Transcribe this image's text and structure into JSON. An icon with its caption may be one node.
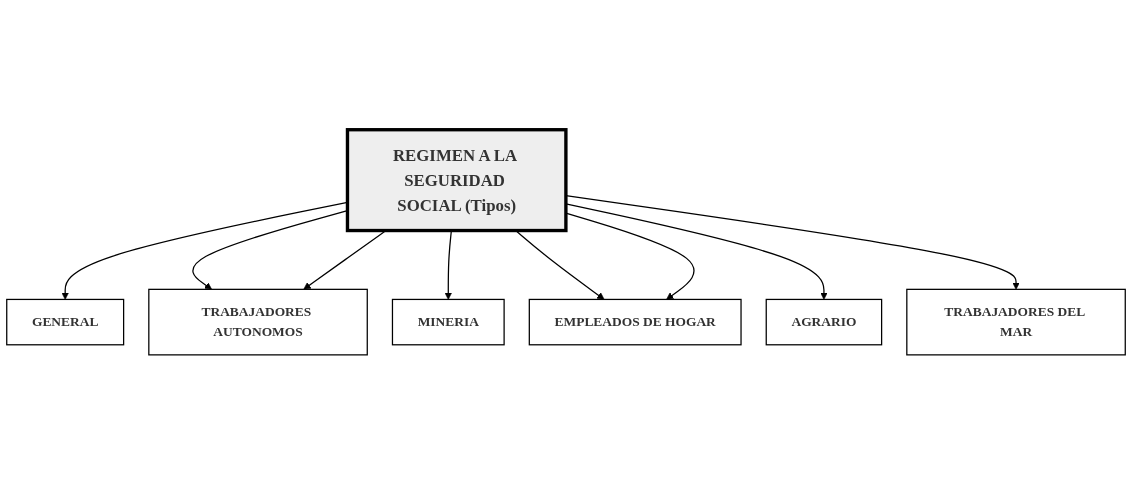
{
  "diagram": {
    "nodes": [
      {
        "text": [
          "REGIMEN A LA SEGURIDAD SOCIAL (Tipos)"
        ]
      },
      {
        "text": [
          "GENERAL"
        ]
      },
      {
        "text": [
          "TRABAJADORES AUTONOMOS"
        ]
      },
      {
        "text": [
          "AGRARIO"
        ]
      },
      {
        "text": [
          "MINERIA"
        ]
      },
      {
        "text": [
          "EMPLEADOS DE HOGAR"
        ]
      },
      {
        "text": [
          "TRABAJADORES DEL MAR"
        ]
      }
    ],
    "edges": [
      {
        "from": 0,
        "to": 1,
        "arrow": "to"
      },
      {
        "from": 0,
        "to": 2,
        "arrow": "to"
      },
      {
        "from": 0,
        "to": 4,
        "arrow": "to"
      },
      {
        "from": 0,
        "to": 5,
        "arrow": "to"
      },
      {
        "from": 0,
        "to": 2,
        "arrow": "to"
      },
      {
        "from": 0,
        "to": 3,
        "arrow": "to"
      },
      {
        "from": 0,
        "to": 5,
        "arrow": "to"
      },
      {
        "from": 0,
        "to": 6,
        "arrow": "to"
      }
    ]
  }
}
